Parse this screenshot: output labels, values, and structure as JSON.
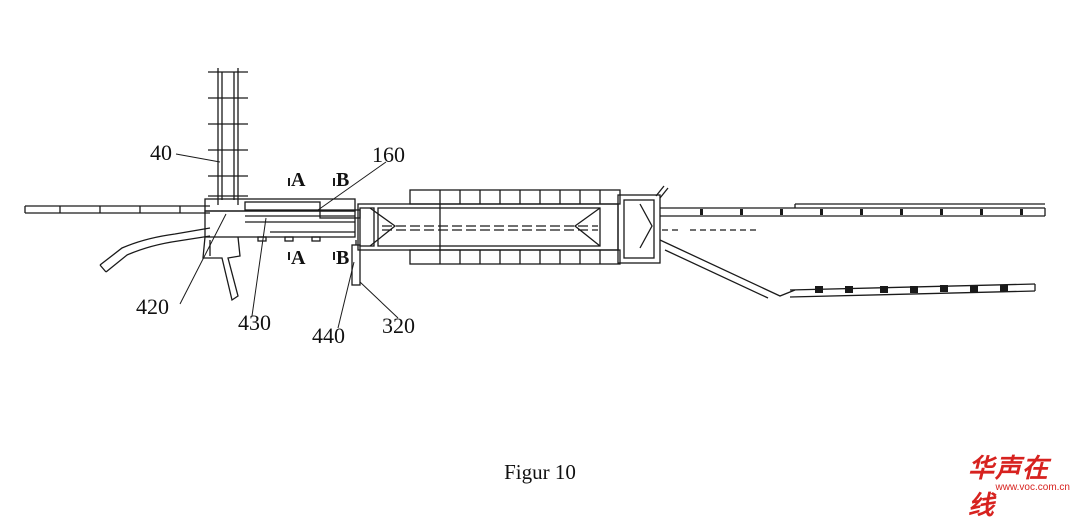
{
  "labels": {
    "l40": "40",
    "l160": "160",
    "l420": "420",
    "l430": "430",
    "l440": "440",
    "l320": "320"
  },
  "section_marks": {
    "a_top": "A",
    "b_top": "B",
    "a_bottom": "A",
    "b_bottom": "B"
  },
  "caption": "Figur 10",
  "logo": {
    "name": "华声在线",
    "url": "www.voc.com.cn",
    "color": "#d7221f"
  },
  "colors": {
    "line": "#1a1a1a"
  }
}
